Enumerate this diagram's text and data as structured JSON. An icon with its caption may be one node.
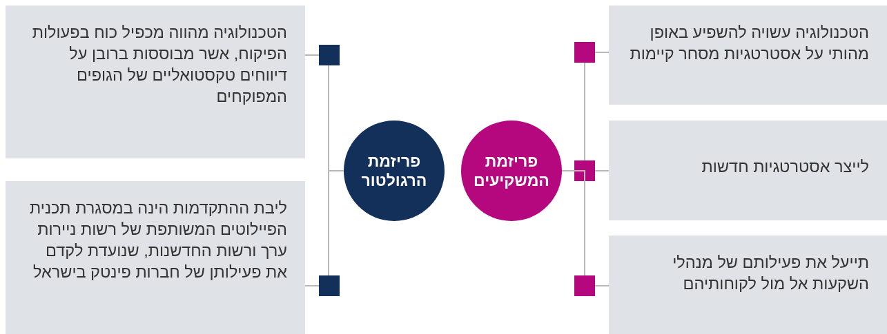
{
  "diagram": {
    "nodes": [
      {
        "text": [
          "פריזמת המשקיעים"
        ]
      },
      {
        "text": [
          "פריזמת הרגולטור"
        ]
      },
      {
        "text": [
          "הטכנולוגיה עשויה להשפיע באופן מהותי על אסטרטגיות מסחר קיימות"
        ]
      },
      {
        "text": [
          "לייצר אסטרטגיות חדשות"
        ]
      },
      {
        "text": [
          "תייעל את פעילותם של מנהלי השקעות אל מול לקוחותיהם"
        ]
      },
      {
        "text": [
          "הטכנולוגיה מהווה מכפיל כוח בפעולות הפיקוח, אשר מבוססות ברובן על דיווחים טקסטואליים של הגופים המפוקחים"
        ]
      },
      {
        "text": [
          "ליבת ההתקדמות הינה במסגרת תכנית הפיילוטים המשותפת של רשות ניירות ערך ורשות החדשנות, שנועדת לקדם את פעילותן של חברות פינטק בישראל"
        ]
      }
    ],
    "edges": [
      {
        "from": 0,
        "to": 2,
        "arrow": "other"
      },
      {
        "from": 0,
        "to": 3,
        "arrow": "other"
      },
      {
        "from": 0,
        "to": 4,
        "arrow": "other"
      },
      {
        "from": 1,
        "to": 5,
        "arrow": "other"
      },
      {
        "from": 1,
        "to": 6,
        "arrow": "other"
      }
    ]
  }
}
